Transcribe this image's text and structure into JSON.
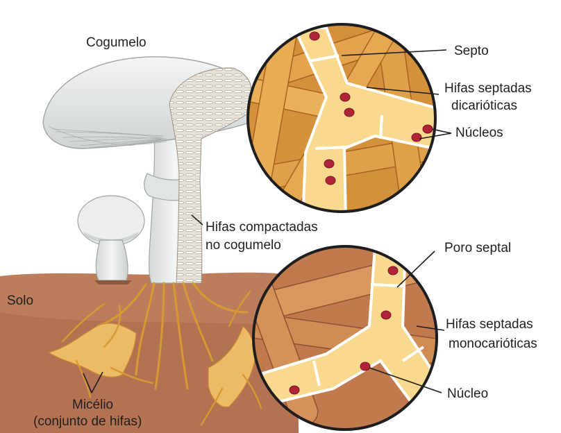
{
  "labels": {
    "cogumelo": "Cogumelo",
    "septo": "Septo",
    "hifas_dicarioticas_1": "Hifas septadas",
    "hifas_dicarioticas_2": "dicarióticas",
    "nucleos": "Núcleos",
    "hifas_compactadas_1": "Hifas compactadas",
    "hifas_compactadas_2": "no cogumelo",
    "poro_septal": "Poro septal",
    "solo": "Solo",
    "hifas_monocarioticas_1": "Hifas septadas",
    "hifas_monocarioticas_2": "monocarióticas",
    "nucleo": "Núcleo",
    "micelio_1": "Micélio",
    "micelio_2": "(conjunto de hifas)"
  },
  "colors": {
    "soil": "#b87a5a",
    "soil_dark": "#9a5c40",
    "mushroom": "#eceeee",
    "mushroom_shade": "#c4c8c8",
    "hypha_fill": "#f6c86a",
    "hypha_dark": "#c98a2e",
    "nucleus": "#b0243a"
  }
}
